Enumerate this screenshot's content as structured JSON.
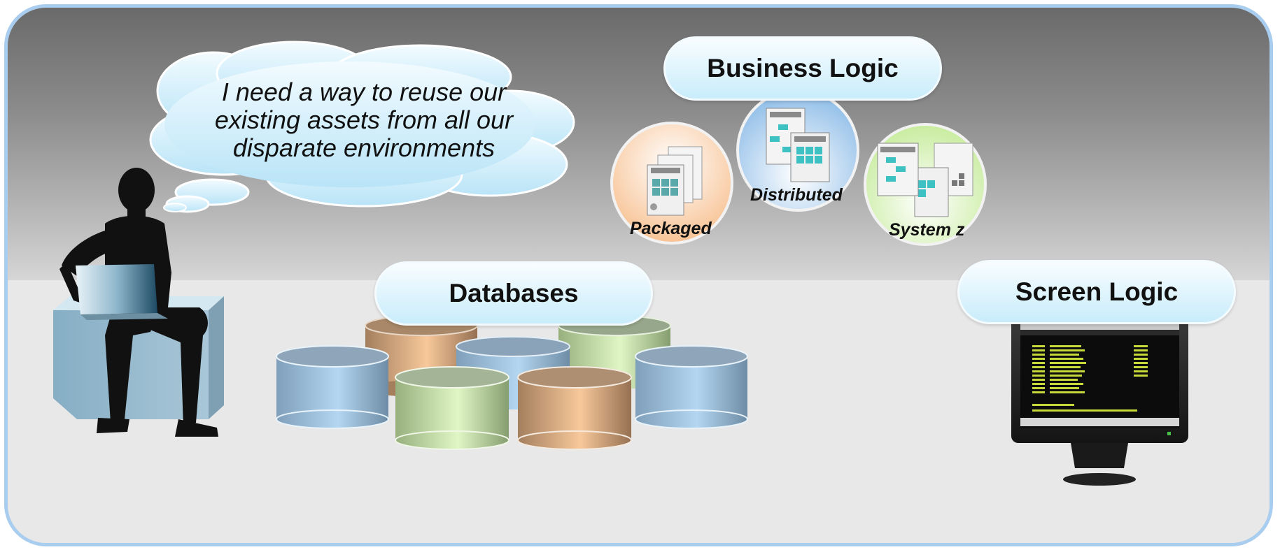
{
  "thought": {
    "lines": [
      "I need a way to reuse our",
      "existing assets from all our",
      "disparate environments"
    ]
  },
  "business_logic": {
    "title": "Business Logic",
    "items": [
      {
        "label": "Packaged",
        "color": "#f7c59a"
      },
      {
        "label": "Distributed",
        "color": "#8fbde6"
      },
      {
        "label": "System z",
        "color": "#c4eb9a"
      }
    ]
  },
  "databases": {
    "title": "Databases",
    "colors": {
      "blue": "#a6cbe8",
      "tan": "#f3c295",
      "green": "#d6f0b6"
    }
  },
  "screen_logic": {
    "title": "Screen Logic"
  },
  "colors": {
    "pill_fill": "#d6f1fc",
    "frame_border": "#a9cdef",
    "terminal_text": "#c7d93a"
  }
}
